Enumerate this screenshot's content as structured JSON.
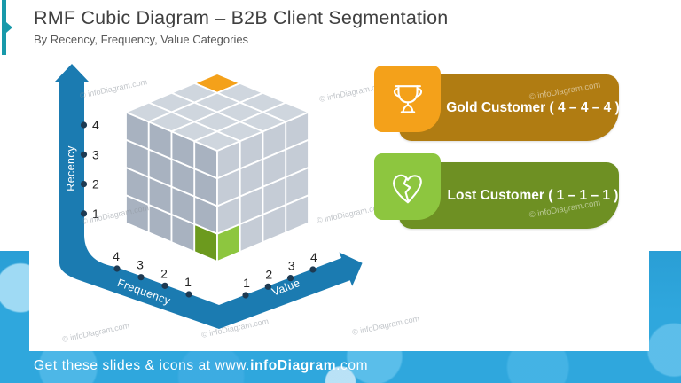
{
  "header": {
    "title": "RMF Cubic Diagram – B2B Client Segmentation",
    "subtitle": "By Recency, Frequency, Value Categories"
  },
  "watermark": "© infoDiagram.com",
  "footer": {
    "prefix": "Get these slides & icons at www.",
    "brand": "infoDiagram",
    "suffix": ".com"
  },
  "colors": {
    "accent_teal": "#1899AA",
    "axis_blue": "#1B7BB1",
    "tick_dot": "#1E3A52",
    "cube_top": "#CFD6DE",
    "cube_left": "#A8B2C0",
    "cube_right": "#C5CCD6",
    "gold": "#F4A11A",
    "gold_banner": "#B07C12",
    "lost_bright": "#8DC63F",
    "lost_dark": "#6C9A1E",
    "lost_banner": "#6E9023",
    "photo_blue": "#2FA7DD"
  },
  "diagram": {
    "axes": {
      "recency": {
        "label": "Recency",
        "ticks": [
          "4",
          "3",
          "2",
          "1"
        ]
      },
      "frequency": {
        "label": "Frequency",
        "ticks": [
          "4",
          "3",
          "2",
          "1"
        ]
      },
      "value": {
        "label": "Value",
        "ticks": [
          "1",
          "2",
          "3",
          "4"
        ]
      }
    },
    "cube": {
      "size": 4,
      "highlights": [
        {
          "label": "Gold Customer",
          "code": "4 – 4 – 4",
          "location": "top back corner",
          "color": "#F4A11A"
        },
        {
          "label": "Lost Customer",
          "code": "1 – 1 – 1",
          "location": "front bottom corner",
          "color": "#8DC63F"
        }
      ]
    }
  },
  "legend": [
    {
      "icon": "trophy-icon",
      "label": "Gold Customer ( 4 – 4 – 4 )",
      "square_color": "#F4A11A",
      "banner_color": "#B07C12"
    },
    {
      "icon": "broken-heart-icon",
      "label": "Lost Customer ( 1 – 1 – 1 )",
      "square_color": "#8DC63F",
      "banner_color": "#6E9023"
    }
  ]
}
